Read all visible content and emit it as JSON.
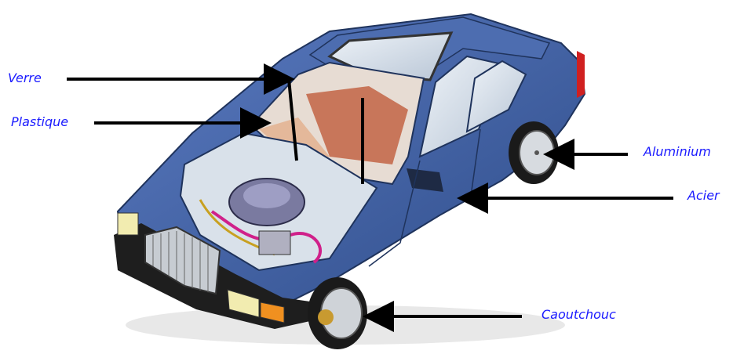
{
  "labels": {
    "verre": "Verre",
    "plastique": "Plastique",
    "aluminium": "Aluminium",
    "acier": "Acier",
    "caoutchouc": "Caoutchouc"
  },
  "colors": {
    "label_text": "#1a1aff",
    "arrow": "#000000",
    "car_body": "#3f5f9e",
    "car_body_dark": "#2c4678",
    "bumper": "#1e1e1e",
    "interior": "#c8765a",
    "engine": "#7a7aa0"
  }
}
